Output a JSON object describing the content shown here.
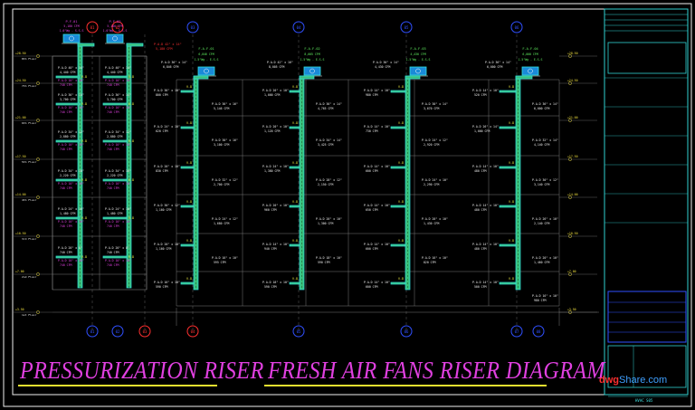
{
  "titles": {
    "pressurization": "PRESSURIZATION RISER",
    "fresh_air": "FRESH AIR FANS RISER DIAGRAM"
  },
  "watermark": {
    "prefix": "dwg",
    "suffix": "Share.com"
  },
  "title_block": {
    "sheet_code": "HVAC S05"
  },
  "colors": {
    "frame": "#f0f0f0",
    "grid": "#7a7a7a",
    "duct": "#30e0e0",
    "duct_fill": "#39c07a",
    "fan_label": "#60f060",
    "pad_label": "#f0f0f0",
    "pad_magenta": "#e040e0",
    "vd": "#f0f040",
    "column_blue": "#3050ff",
    "column_red": "#ff3030",
    "title_block": "#30d0d0",
    "title_block_blue": "#3050ff",
    "level_marker": "#f0e040"
  },
  "pressurization_fans": [
    {
      "name": "P.F.01",
      "cfm": "5,180 CFM",
      "sp": "1.0\"Wg - S.S.S"
    },
    {
      "name": "P.F.02",
      "cfm": "5,180 CFM",
      "sp": "1.0\"Wg - S.S.S"
    }
  ],
  "fresh_air_fans": [
    {
      "name": "F.A.F.01",
      "cfm": "6,846 CFM",
      "sp": "1.5\"Wg - E.S.S"
    },
    {
      "name": "F.A.F.02",
      "cfm": "8,005 CFM",
      "sp": "1.5\"Wg - E.S.S"
    },
    {
      "name": "F.A.F.03",
      "cfm": "4,430 CFM",
      "sp": "1.5\"Wg - E.S.S"
    },
    {
      "name": "F.A.F.04",
      "cfm": "6,000 CFM",
      "sp": "1.5\"Wg - E.S.S"
    }
  ],
  "top_main_label": {
    "size": "P.A.D 42\" x 14\"",
    "cfm": "5,180 CFM"
  },
  "faf_top_labels": [
    {
      "size": "P.A.D 36\" x 14\"",
      "cfm": "6,846 CFM"
    },
    {
      "size": "P.A.D 42\" x 16\"",
      "cfm": "8,005 CFM"
    },
    {
      "size": "P.A.D 30\" x 14\"",
      "cfm": "4,430 CFM"
    },
    {
      "size": "P.A.D 36\" x 14\"",
      "cfm": "6,000 CFM"
    }
  ],
  "pressurization_cells": [
    {
      "size": "P.A.D 40\" x 14\"",
      "cfm": "4,440 CFM"
    },
    {
      "size": "P.A.D 36\" x 14\"",
      "cfm": "3,700 CFM"
    },
    {
      "size": "P.A.D 34\" x 12\"",
      "cfm": "2,880 CFM"
    },
    {
      "size": "P.A.D 34\" x 10\"",
      "cfm": "2,220 CFM"
    },
    {
      "size": "P.A.D 24\" x 10\"",
      "cfm": "1,480 CFM"
    },
    {
      "size": "P.A.D 20\" x 8\"",
      "cfm": "740 CFM"
    }
  ],
  "pad_magenta_label": "P.A.D 10\" x 10\"",
  "pad_magenta_cfm": "740 CFM",
  "vd_label": "V.D",
  "faf1_cells": [
    {
      "size": "P.A.D 36\" x 10\"",
      "cfm": "800 CFM"
    },
    {
      "size": "P.A.D 24\" x 10\"",
      "cfm": "620 CFM"
    },
    {
      "size": "P.A.D 20\" x 10\"",
      "cfm": "830 CFM"
    },
    {
      "size": "P.A.D 30\" x 12\"",
      "cfm": "1,160 CFM"
    },
    {
      "size": "P.A.D 20\" x 10\"",
      "cfm": "1,160 CFM"
    },
    {
      "size": "P.A.D 16\" x 10\"",
      "cfm": "590 CFM"
    }
  ],
  "faf1_inner": [
    {
      "size": "P.A.D 36\" x 16\"",
      "cfm": "5,146 CFM"
    },
    {
      "size": "P.A.D 30\" x 16\"",
      "cfm": "3,100 CFM"
    },
    {
      "size": "P.A.D 32\" x 12\"",
      "cfm": "2,700 CFM"
    },
    {
      "size": "P.A.D 24\" x 12\"",
      "cfm": "1,680 CFM"
    },
    {
      "size": "P.A.D 16\" x 10\"",
      "cfm": "595 CFM"
    }
  ],
  "faf2_cells": [
    {
      "size": "P.A.D 20\" x 10\"",
      "cfm": "1,000 CFM"
    },
    {
      "size": "P.A.D 20\" x 10\"",
      "cfm": "1,120 CFM"
    },
    {
      "size": "P.A.D 24\" x 10\"",
      "cfm": "1,380 CFM"
    },
    {
      "size": "P.A.D 20\" x 10\"",
      "cfm": "960 CFM"
    },
    {
      "size": "P.A.D 14\" x 10\"",
      "cfm": "940 CFM"
    },
    {
      "size": "P.A.D 18\" x 10\"",
      "cfm": "590 CFM"
    }
  ],
  "faf2_inner": [
    {
      "size": "P.A.D 36\" x 14\"",
      "cfm": "4,765 CFM"
    },
    {
      "size": "P.A.D 34\" x 14\"",
      "cfm": "3,425 CFM"
    },
    {
      "size": "P.A.D 28\" x 12\"",
      "cfm": "2,150 CFM"
    },
    {
      "size": "P.A.D 20\" x 10\"",
      "cfm": "1,300 CFM"
    },
    {
      "size": "P.A.D 18\" x 10\"",
      "cfm": "590 CFM"
    }
  ],
  "faf3_cells": [
    {
      "size": "P.A.D 14\" x 10\"",
      "cfm": "980 CFM"
    },
    {
      "size": "P.A.D 14\" x 10\"",
      "cfm": "730 CFM"
    },
    {
      "size": "P.A.D 14\" x 10\"",
      "cfm": "600 CFM"
    },
    {
      "size": "P.A.D 14\" x 10\"",
      "cfm": "650 CFM"
    },
    {
      "size": "P.A.D 14\" x 10\"",
      "cfm": "600 CFM"
    },
    {
      "size": "P.A.D 14\" x 10\"",
      "cfm": "600 CFM"
    }
  ],
  "faf3_inner": [
    {
      "size": "P.A.D 30\" x 14\"",
      "cfm": "3,670 CFM"
    },
    {
      "size": "P.A.D 24\" x 12\"",
      "cfm": "2,920 CFM"
    },
    {
      "size": "P.A.D 24\" x 10\"",
      "cfm": "2,290 CFM"
    },
    {
      "size": "P.A.D 20\" x 10\"",
      "cfm": "1,430 CFM"
    },
    {
      "size": "P.A.D 16\" x 10\"",
      "cfm": "820 CFM"
    }
  ],
  "faf4_cells": [
    {
      "size": "P.A.D 14\" x 10\"",
      "cfm": "520 CFM"
    },
    {
      "size": "P.A.D 26\" x 14\"",
      "cfm": "1,000 CFM"
    },
    {
      "size": "P.A.D 14\" x 10\"",
      "cfm": "480 CFM"
    },
    {
      "size": "P.A.D 14\" x 10\"",
      "cfm": "480 CFM"
    },
    {
      "size": "P.A.D 14\" x 10\"",
      "cfm": "480 CFM"
    },
    {
      "size": "P.A.D 14\" x 10\"",
      "cfm": "500 CFM"
    }
  ],
  "faf4_inner": [
    {
      "size": "P.A.D 36\" x 14\"",
      "cfm": "6,000 CFM"
    },
    {
      "size": "P.A.D 32\" x 14\"",
      "cfm": "4,140 CFM"
    },
    {
      "size": "P.A.D 30\" x 12\"",
      "cfm": "3,140 CFM"
    },
    {
      "size": "P.A.D 26\" x 10\"",
      "cfm": "2,140 CFM"
    },
    {
      "size": "P.A.D 20\" x 10\"",
      "cfm": "1,460 CFM"
    },
    {
      "size": "P.A.D 16\" x 10\"",
      "cfm": "980 CFM"
    }
  ],
  "left_levels": [
    {
      "level": "8th Floor",
      "elev": "+28.50"
    },
    {
      "level": "7th Floor",
      "elev": "+24.50"
    },
    {
      "level": "6th Floor",
      "elev": "+21.00"
    },
    {
      "level": "5th Floor",
      "elev": "+17.50"
    },
    {
      "level": "4th Floor",
      "elev": "+14.00"
    },
    {
      "level": "3rd Floor",
      "elev": "+10.50"
    },
    {
      "level": "2nd Floor",
      "elev": "+7.00"
    },
    {
      "level": "1st Floor",
      "elev": "+3.50"
    },
    {
      "level": "Ground",
      "elev": "+0.00"
    }
  ],
  "right_levels": [
    "+28.50",
    "+24.50",
    "+21.00",
    "+17.50",
    "+14.00",
    "+10.50",
    "+7.00",
    "+3.50",
    "+0.00"
  ],
  "column_markers_top": [
    {
      "label": "01",
      "color": "red"
    },
    {
      "label": "02",
      "color": "red"
    },
    {
      "label": "03",
      "color": "blue"
    },
    {
      "label": "04",
      "color": "blue"
    },
    {
      "label": "05",
      "color": "blue"
    },
    {
      "label": "06",
      "color": "blue"
    }
  ],
  "column_markers_bottom": [
    {
      "label": "01",
      "color": "blue"
    },
    {
      "label": "02",
      "color": "blue"
    },
    {
      "label": "03",
      "color": "red"
    },
    {
      "label": "04",
      "color": "red"
    },
    {
      "label": "05",
      "color": "blue"
    },
    {
      "label": "06",
      "color": "blue"
    },
    {
      "label": "07",
      "color": "blue"
    },
    {
      "label": "08",
      "color": "blue"
    }
  ]
}
